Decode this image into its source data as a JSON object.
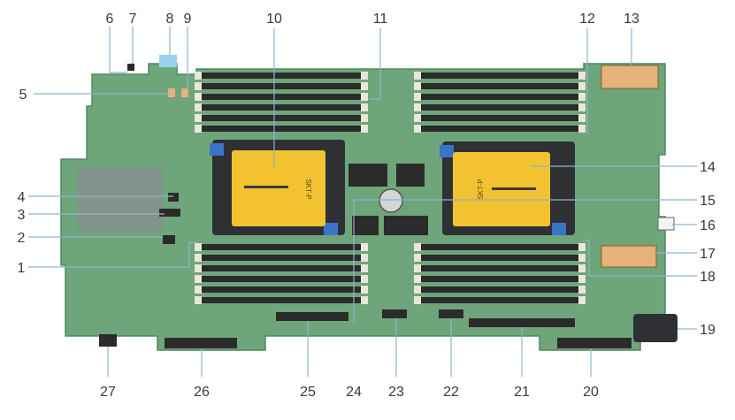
{
  "diagram": {
    "labels": {
      "c1": "1",
      "c2": "2",
      "c3": "3",
      "c4": "4",
      "c5": "5",
      "c6": "6",
      "c7": "7",
      "c8": "8",
      "c9": "9",
      "c10": "10",
      "c11": "11",
      "c12": "12",
      "c13": "13",
      "c14": "14",
      "c15": "15",
      "c16": "16",
      "c17": "17",
      "c18": "18",
      "c19": "19",
      "c20": "20",
      "c21": "21",
      "c22": "22",
      "c23": "23",
      "c24": "24",
      "c25": "25",
      "c26": "26",
      "c27": "27"
    },
    "cpu1_label": "SKT-P",
    "cpu2_label": "SKT-P",
    "colors": {
      "pcb": "#6ea57a",
      "pcb_dark": "#4f8a60",
      "cpu_cover": "#f2c230",
      "cpu_bracket": "#2e3034",
      "dimm": "#2b2b2b",
      "dimm_latch": "#e9e6da",
      "blue_latch": "#3a74c8",
      "heatsink": "#8a8e93",
      "leader": "#8fb3cf",
      "connector": "#e7b27a"
    }
  }
}
